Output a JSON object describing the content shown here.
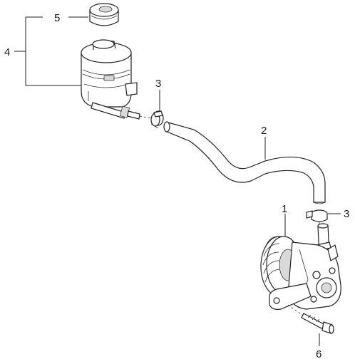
{
  "callouts": {
    "reservoir": "4",
    "cap": "5",
    "clamp_upper": "3",
    "hose": "2",
    "pump": "1",
    "clamp_lower": "3",
    "bolt": "6"
  }
}
